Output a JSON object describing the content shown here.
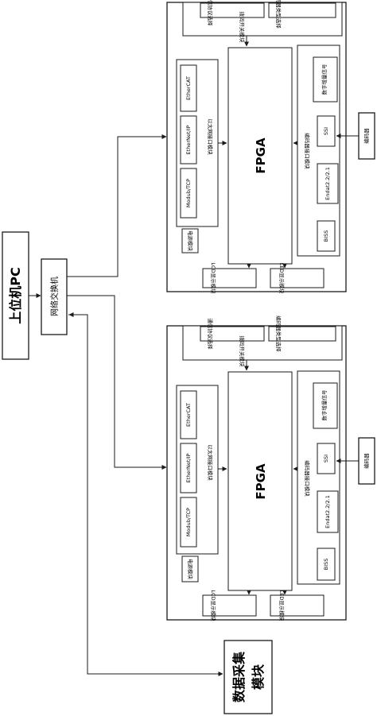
{
  "pc": {
    "label": "上位机PC"
  },
  "switch": {
    "label": "网络交换机"
  },
  "daq": {
    "line1": "数据采集",
    "line2": "模块"
  },
  "unit": {
    "comm_select": "通信协议选择",
    "encoder_type_select": "编码器类型选择",
    "dip_switch": "拨码开关模块",
    "ethercat": "EtherCAT",
    "ethernet_ip": "EtherNet/IP",
    "modbus_tcp": "Modub/TCP",
    "eth_interface": "以太网接口模块",
    "power": "电源模块",
    "fpga": "FPGA",
    "digital_incremental": "数字增量信号",
    "ssi": "SSI",
    "endat": "Endat2.2/2.1",
    "biss": "BISS",
    "encoder_interface": "编码器接口模块",
    "lcd": "LCD显示模块",
    "led": "LED显示模块",
    "encoder": "编码器"
  }
}
